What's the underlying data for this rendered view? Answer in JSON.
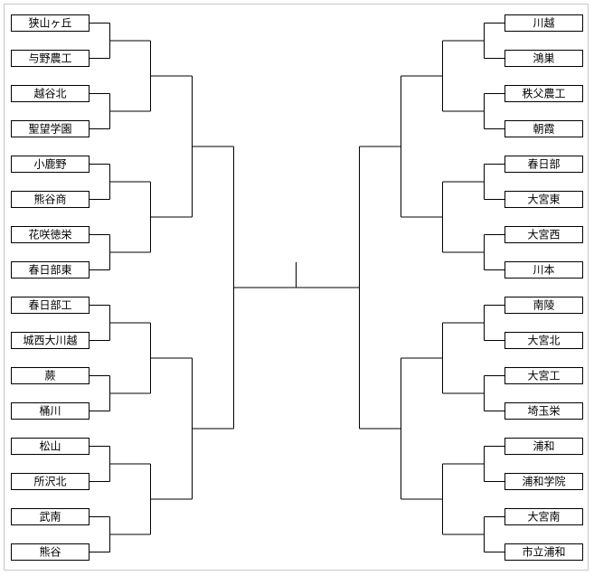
{
  "bracket": {
    "left_teams": [
      "狭山ヶ丘",
      "与野農工",
      "越谷北",
      "聖望学園",
      "小鹿野",
      "熊谷商",
      "花咲徳栄",
      "春日部東",
      "春日部工",
      "城西大川越",
      "蕨",
      "桶川",
      "松山",
      "所沢北",
      "武南",
      "熊谷"
    ],
    "right_teams": [
      "川越",
      "鴻巣",
      "秩父農工",
      "朝霞",
      "春日部",
      "大宮東",
      "大宮西",
      "川本",
      "南陵",
      "大宮北",
      "大宮工",
      "埼玉栄",
      "浦和",
      "浦和学院",
      "大宮南",
      "市立浦和"
    ]
  },
  "colors": {
    "line": "#000000",
    "box_border": "#000000",
    "frame": "#c8c8c8",
    "background": "#ffffff"
  }
}
